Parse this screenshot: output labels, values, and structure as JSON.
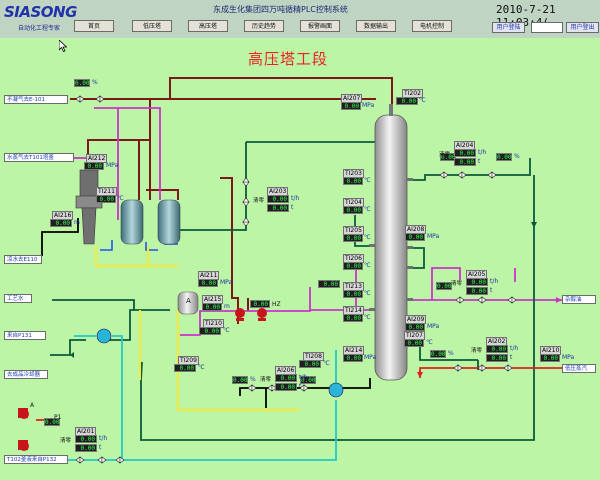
{
  "header": {
    "logo_text": "SIASONG",
    "logo_subtitle": "自动化工程专家",
    "system_title": "东成生化集团四万吨循精PLC控制系统",
    "clock": "2010-7-21 11:03:4("
  },
  "nav": [
    {
      "key": "home",
      "label": "首页"
    },
    {
      "key": "low_tower",
      "label": "低压塔"
    },
    {
      "key": "high_tower",
      "label": "高压塔"
    },
    {
      "key": "history",
      "label": "历史趋势"
    },
    {
      "key": "alarm",
      "label": "报警画面"
    },
    {
      "key": "data_out",
      "label": "数据输出"
    },
    {
      "key": "motor",
      "label": "电机控制"
    }
  ],
  "user": {
    "login_label": "用户登陆",
    "logout_label": "用户登出"
  },
  "page_title": "高压塔工段",
  "streams": {
    "noncond_gas": "不凝气去E-101",
    "steam_to_t101": "水蒸气去T101塔釜",
    "cooling_to_e110": "凉水去E110",
    "process_water": "工艺水",
    "from_p131": "来自P131",
    "to_condenser": "去成品冷却器",
    "from_t102_p132": "T102釜液来自P132",
    "impurity_alcohol": "杂醇油",
    "low_pressure_steam": "低压蒸汽"
  },
  "instruments": {
    "AI207": {
      "tag": "AI207",
      "value": "0.00",
      "unit": "MPa"
    },
    "TI202": {
      "tag": "TI202",
      "value": "0.00",
      "unit": "℃"
    },
    "AI212": {
      "tag": "AI212",
      "value": "0.00",
      "unit": "MPa"
    },
    "TI211": {
      "tag": "TI211",
      "value": "0.00",
      "unit": "℃"
    },
    "AI216": {
      "tag": "AI216",
      "value": "0.00",
      "unit": "m"
    },
    "AI203": {
      "tag": "AI203",
      "value": "0.00",
      "unit": "t/h"
    },
    "TI203": {
      "tag": "TI203",
      "value": "0.00",
      "unit": "℃"
    },
    "TI204": {
      "tag": "TI204",
      "value": "0.00",
      "unit": "℃"
    },
    "TI205": {
      "tag": "TI205",
      "value": "0.00",
      "unit": "℃"
    },
    "TI206": {
      "tag": "TI206",
      "value": "0.00",
      "unit": "℃"
    },
    "AI211": {
      "tag": "AI211",
      "value": "0.00",
      "unit": "MPa"
    },
    "AI215": {
      "tag": "AI215",
      "value": "0.00",
      "unit": "m"
    },
    "TI210": {
      "tag": "TI210",
      "value": "0.00",
      "unit": "℃"
    },
    "TI213": {
      "tag": "TI213",
      "value": "0.00",
      "unit": "℃"
    },
    "TI214": {
      "tag": "TI214",
      "value": "0.00",
      "unit": "℃"
    },
    "AI208": {
      "tag": "AI208",
      "value": "0.00",
      "unit": "MPa"
    },
    "AI209": {
      "tag": "AI209",
      "value": "0.00",
      "unit": "MPa"
    },
    "AI204": {
      "tag": "AI204",
      "value": "0.00",
      "unit": "t/h"
    },
    "AI205": {
      "tag": "AI205",
      "value": "0.00",
      "unit": "t/h"
    },
    "AI202": {
      "tag": "AI202",
      "value": "0.00",
      "unit": "t/h"
    },
    "TI207": {
      "tag": "TI207",
      "value": "0.00",
      "unit": "℃"
    },
    "AI214": {
      "tag": "AI214",
      "value": "0.00",
      "unit": "MPa"
    },
    "AI210": {
      "tag": "AI210",
      "value": "0.00",
      "unit": "MPa"
    },
    "TI209": {
      "tag": "TI209",
      "value": "0.00",
      "unit": "℃"
    },
    "TI208": {
      "tag": "TI208",
      "value": "0.00",
      "unit": "℃"
    },
    "AI206": {
      "tag": "AI206",
      "value": "0.00",
      "unit": "t/h"
    },
    "AI201": {
      "tag": "AI201",
      "value": "0.00",
      "unit": "t/h"
    }
  },
  "valve_pct": {
    "v_top": "0.00",
    "v_ai203": "0.00",
    "v_ai204": "0.00",
    "v_ai205": "0.00",
    "v_ai202": "0.00",
    "v_ai206": "0.00",
    "v_ai201": "0.00",
    "v_steam": "0.00"
  },
  "labels": {
    "pct": "%",
    "clear": "清零",
    "hz": "HZ",
    "a_mark": "A",
    "tt": "t",
    "p1": "P1"
  },
  "colors": {
    "background": "#bdf5a6",
    "pipe_magenta": "#cc33cc",
    "pipe_maroon": "#7a1a1a",
    "pipe_blue": "#2255ee",
    "pipe_yellow": "#f7e83a",
    "pipe_dark_green": "#0b5a3a",
    "pipe_red": "#e02020",
    "pipe_black": "#000000",
    "value_green": "#30ff50"
  }
}
